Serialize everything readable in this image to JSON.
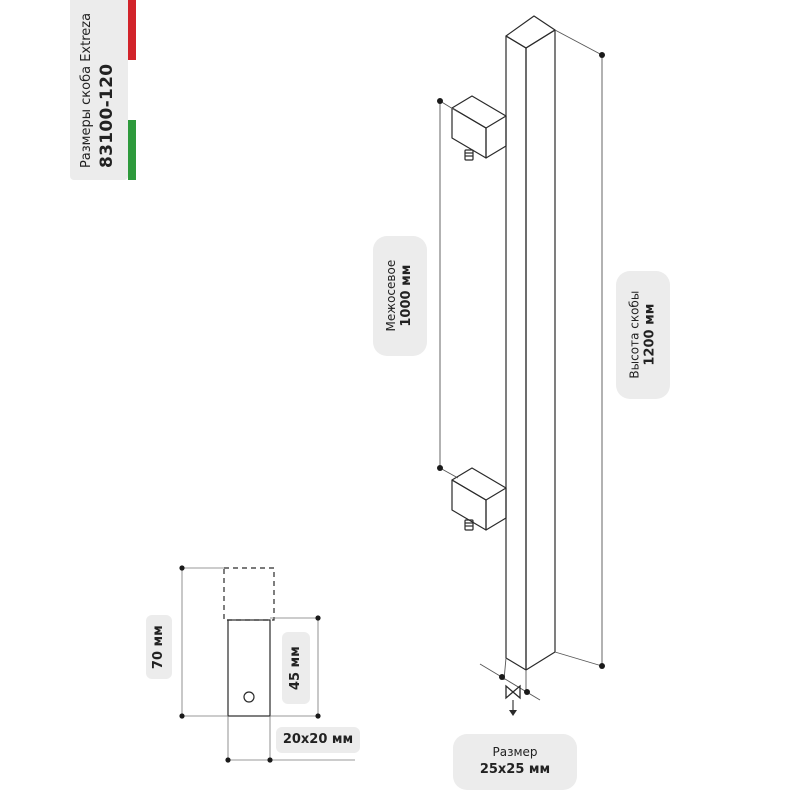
{
  "title": {
    "subtitle": "Размеры скоба Extreza",
    "model": "83100-120"
  },
  "labels": {
    "center_distance": {
      "name": "Межосевое",
      "value": "1000 мм"
    },
    "handle_height": {
      "name": "Высота скобы",
      "value": "1200 мм"
    },
    "profile_size": {
      "name": "Размер",
      "value": "25х25 мм"
    },
    "standoff_height": "70 мм",
    "standoff_visible": "45 мм",
    "standoff_section": "20х20 мм"
  },
  "colors": {
    "line": "#2a2a2a",
    "label_bg": "#ececec",
    "flag_green": "#2e9a3c",
    "flag_white": "#ffffff",
    "flag_red": "#d2232a"
  },
  "icons": {
    "dimension_endpoint": "dot",
    "set_screw": "screw-icon",
    "profile_section": "bowtie-section-icon",
    "arrow": "arrow-down-icon"
  }
}
